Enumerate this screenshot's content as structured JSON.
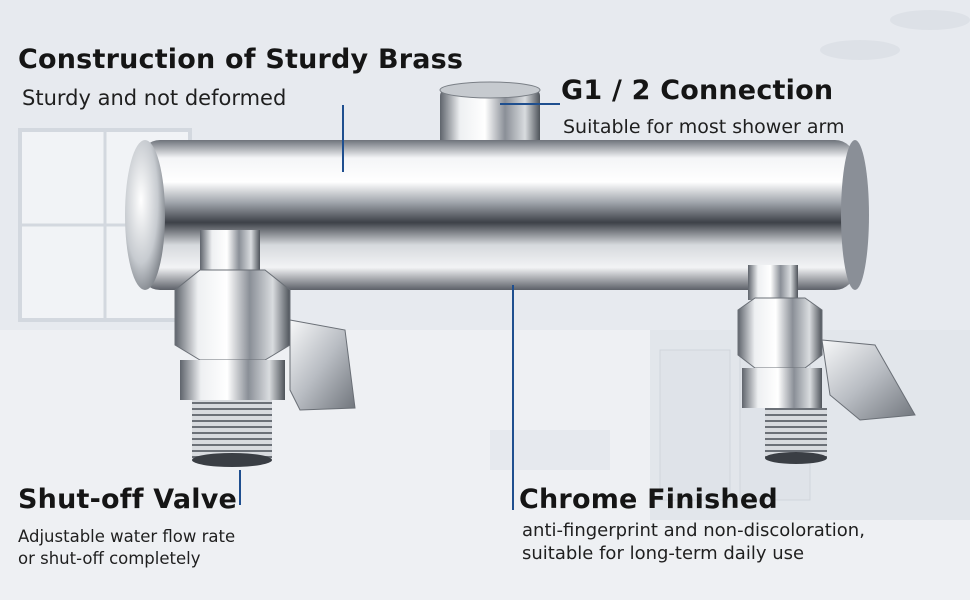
{
  "features": [
    {
      "title": "Construction of Sturdy Brass",
      "desc": "Sturdy and not deformed"
    },
    {
      "title": "G1 / 2 Connection",
      "desc": "Suitable for most shower arm"
    },
    {
      "title": "Shut-off Valve",
      "desc_lines": [
        "Adjustable water flow rate",
        "or shut-off completely"
      ]
    },
    {
      "title": "Chrome Finished",
      "desc_lines": [
        "anti-fingerprint and non-discoloration,",
        "suitable for long-term daily use"
      ]
    }
  ],
  "colors": {
    "callout_line": "#1f4f8f",
    "chrome": "#c9ccd1",
    "background": "#e6e9ee"
  }
}
